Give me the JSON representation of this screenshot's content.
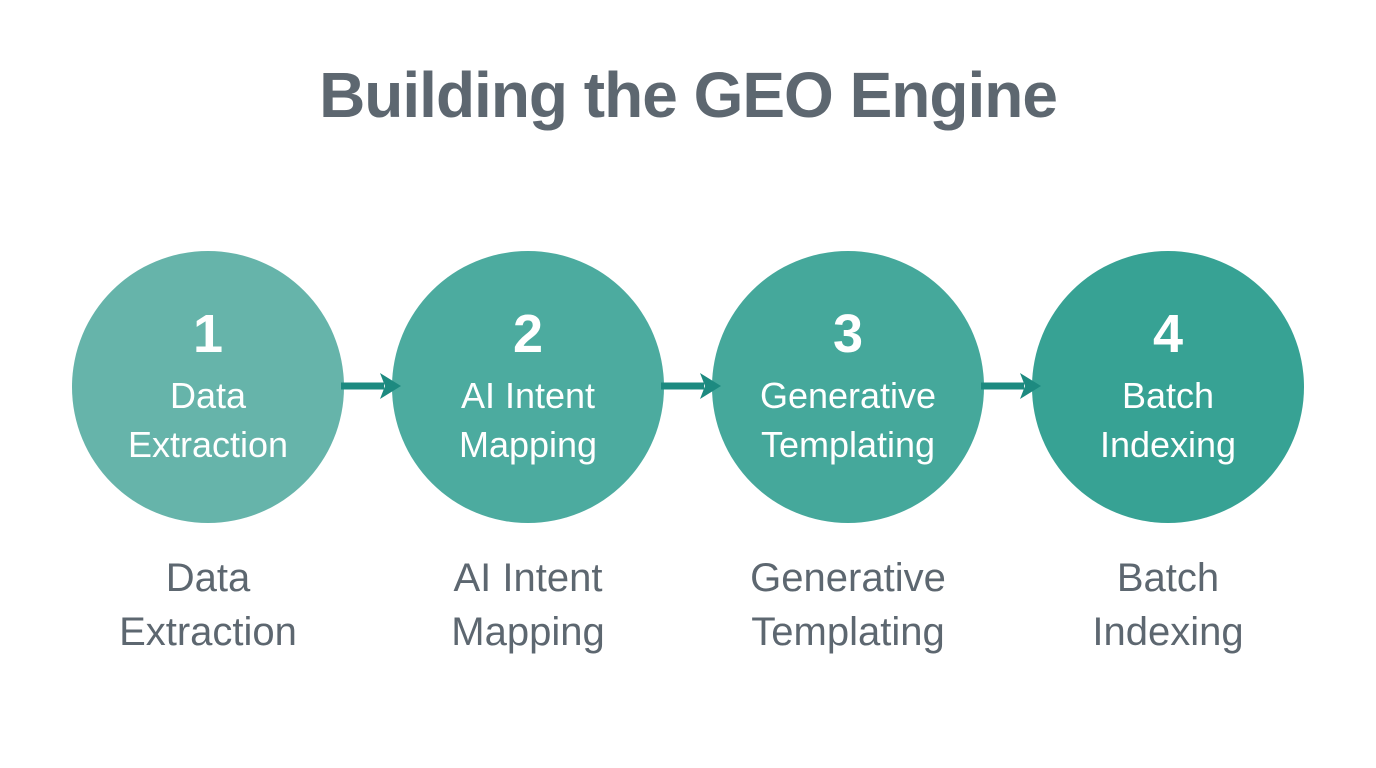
{
  "title": {
    "text": "Building the GEO Engine"
  },
  "colors": {
    "title_text": "#5d6770",
    "caption_text": "#5d6770",
    "circle_text": "#ffffff",
    "arrow": "#1d8a80",
    "background": "#ffffff"
  },
  "steps": [
    {
      "number": "1",
      "circle_label": "Data\nExtraction",
      "caption": "Data\nExtraction",
      "circle_color": "#66b4aa"
    },
    {
      "number": "2",
      "circle_label": "AI Intent\nMapping",
      "caption": "AI Intent\nMapping",
      "circle_color": "#4cab9f"
    },
    {
      "number": "3",
      "circle_label": "Generative\nTemplating",
      "caption": "Generative\nTemplating",
      "circle_color": "#45a89b"
    },
    {
      "number": "4",
      "circle_label": "Batch\nIndexing",
      "caption": "Batch\nIndexing",
      "circle_color": "#37a294"
    }
  ],
  "arrows": [
    {
      "name": "arrow-1",
      "direction": "right"
    },
    {
      "name": "arrow-2",
      "direction": "right"
    },
    {
      "name": "arrow-3",
      "direction": "right"
    }
  ]
}
